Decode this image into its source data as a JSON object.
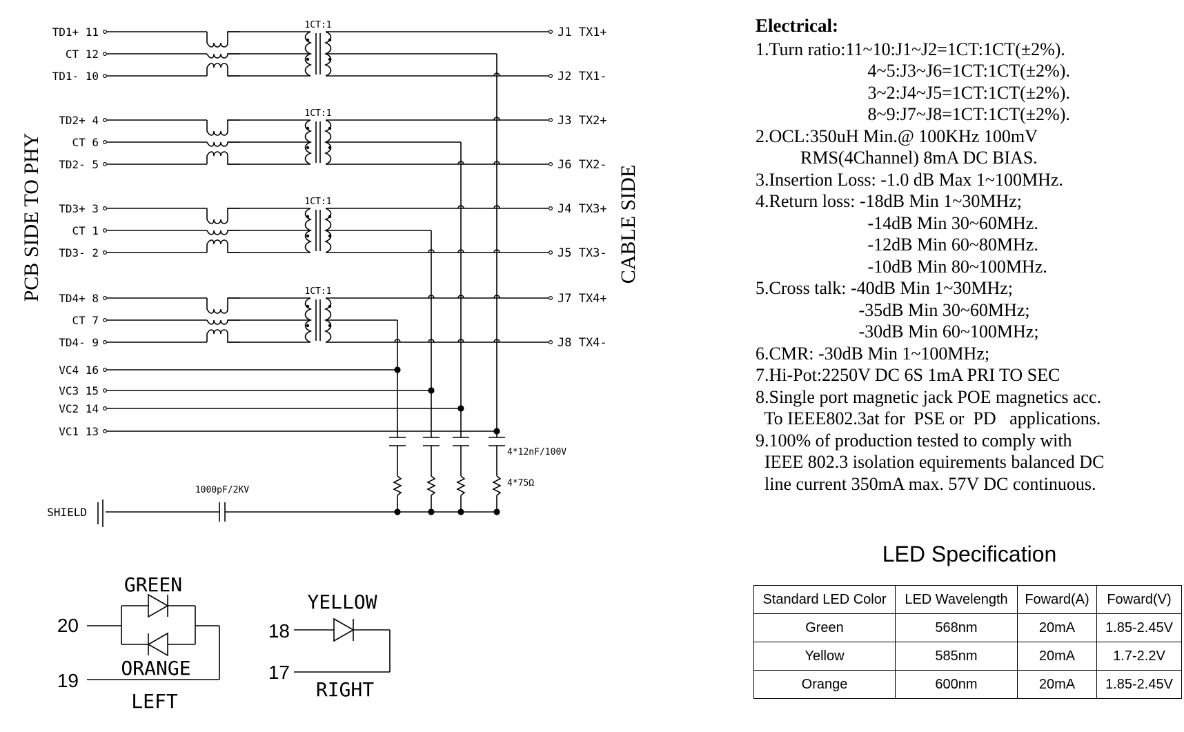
{
  "schematic": {
    "side_labels": {
      "left": "PCB SIDE TO PHY",
      "right": "CABLE SIDE"
    },
    "ratio_label": "1CT:1",
    "channels": [
      {
        "plus": "TD1+ 11",
        "ct": "CT 12",
        "minus": "TD1- 10",
        "out_plus": "J1  TX1+",
        "out_minus": "J2  TX1-"
      },
      {
        "plus": "TD2+ 4",
        "ct": "CT 6",
        "minus": "TD2- 5",
        "out_plus": "J3  TX2+",
        "out_minus": "J6  TX2-"
      },
      {
        "plus": "TD3+ 3",
        "ct": "CT 1",
        "minus": "TD3- 2",
        "out_plus": "J4  TX3+",
        "out_minus": "J5  TX3-"
      },
      {
        "plus": "TD4+ 8",
        "ct": "CT 7",
        "minus": "TD4- 9",
        "out_plus": "J7  TX4+",
        "out_minus": "J8  TX4-"
      }
    ],
    "vc_pins": [
      "VC4 16",
      "VC3 15",
      "VC2 14",
      "VC1 13"
    ],
    "cap_label": "4*12nF/100V",
    "res_label": "4*75Ω",
    "shield_label": "SHIELD",
    "shield_cap_label": "1000pF/2KV",
    "led_left": {
      "pin_a": "20",
      "pin_b": "19",
      "top": "GREEN",
      "bottom": "ORANGE",
      "name": "LEFT"
    },
    "led_right": {
      "pin_a": "18",
      "pin_b": "17",
      "top": "YELLOW",
      "name": "RIGHT"
    }
  },
  "electrical": {
    "title": "Electrical:",
    "lines": [
      "1.Turn ratio:11~10:J1~J2=1CT:1CT(±2%).",
      "                         4~5:J3~J6=1CT:1CT(±2%).",
      "                         3~2:J4~J5=1CT:1CT(±2%).",
      "                         8~9:J7~J8=1CT:1CT(±2%).",
      "2.OCL:350uH Min.@ 100KHz 100mV",
      "          RMS(4Channel) 8mA DC BIAS.",
      "3.Insertion Loss: -1.0 dB Max 1~100MHz.",
      "4.Return loss: -18dB Min 1~30MHz;",
      "                         -14dB Min 30~60MHz.",
      "                         -12dB Min 60~80MHz.",
      "                         -10dB Min 80~100MHz.",
      "5.Cross talk: -40dB Min 1~30MHz;",
      "                       -35dB Min 30~60MHz;",
      "                       -30dB Min 60~100MHz;",
      "6.CMR: -30dB Min 1~100MHz;",
      "7.Hi-Pot:2250V DC 6S 1mA PRI TO SEC",
      "8.Single port magnetic jack POE magnetics acc.",
      "  To IEEE802.3at for  PSE or  PD   applications.",
      "9.100% of production tested to comply with",
      "  IEEE 802.3 isolation equirements balanced DC",
      "  line current 350mA max. 57V DC continuous."
    ]
  },
  "led_spec": {
    "title": "LED Specification",
    "columns": [
      "Standard LED Color",
      "LED Wavelength",
      "Foward(A)",
      "Foward(V)"
    ],
    "rows": [
      [
        "Green",
        "568nm",
        "20mA",
        "1.85-2.45V"
      ],
      [
        "Yellow",
        "585nm",
        "20mA",
        "1.7-2.2V"
      ],
      [
        "Orange",
        "600nm",
        "20mA",
        "1.85-2.45V"
      ]
    ]
  }
}
